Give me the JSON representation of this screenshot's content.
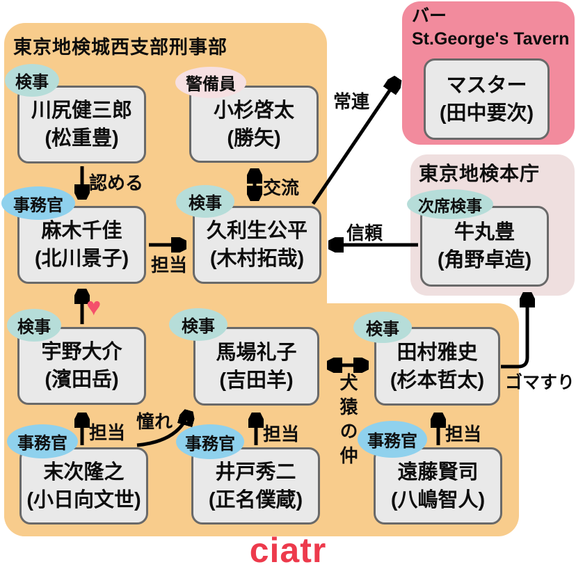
{
  "org": {
    "dept_title": "東京地検城西支部刑事部",
    "bar_title_line1": "バー",
    "bar_title_line2": "St.George's Tavern",
    "honcho_title": "東京地検本庁"
  },
  "people": {
    "kawajiri": {
      "badge": "検事",
      "name": "川尻健三郎",
      "actor": "(松重豊)"
    },
    "kosugi": {
      "badge": "警備員",
      "name": "小杉啓太",
      "actor": "(勝矢)"
    },
    "asagi": {
      "badge": "事務官",
      "name": "麻木千佳",
      "actor": "(北川景子)"
    },
    "kuryu": {
      "badge": "検事",
      "name": "久利生公平",
      "actor": "(木村拓哉)"
    },
    "master": {
      "name": "マスター",
      "actor": "(田中要次)"
    },
    "ushimaru": {
      "badge": "次席検事",
      "name": "牛丸豊",
      "actor": "(角野卓造)"
    },
    "uno": {
      "badge": "検事",
      "name": "宇野大介",
      "actor": "(濱田岳)"
    },
    "baba": {
      "badge": "検事",
      "name": "馬場礼子",
      "actor": "(吉田羊)"
    },
    "tamura": {
      "badge": "検事",
      "name": "田村雅史",
      "actor": "(杉本哲太)"
    },
    "suetsugu": {
      "badge": "事務官",
      "name": "末次隆之",
      "actor": "(小日向文世)"
    },
    "ido": {
      "badge": "事務官",
      "name": "井戸秀二",
      "actor": "(正名僕蔵)"
    },
    "endo": {
      "badge": "事務官",
      "name": "遠藤賢司",
      "actor": "(八嶋智人)"
    }
  },
  "relations": {
    "mitomeru": "認める",
    "koryu": "交流",
    "joren": "常連",
    "shinrai": "信頼",
    "tanto_asagi": "担当",
    "heart": "♥",
    "tanto_suetsugu": "担当",
    "akogare": "憧れ",
    "tanto_ido": "担当",
    "kenen": "犬猿の仲",
    "tanto_endo": "担当",
    "gomasuri": "ゴマすり"
  },
  "colors": {
    "dept_panel": "#F8CC8C",
    "bar_panel": "#F28B9D",
    "honcho_panel": "#EFDFDF",
    "prosecutor_badge": "#B6DDD9",
    "clerk_badge": "#8FD1ED",
    "guard_badge": "#F6E0E2",
    "person_box": "#E9E9E9",
    "person_box_border": "#696969",
    "heart": "#F4506B",
    "logo": "#ED3A4C"
  },
  "logo": {
    "text": "ciatr"
  }
}
